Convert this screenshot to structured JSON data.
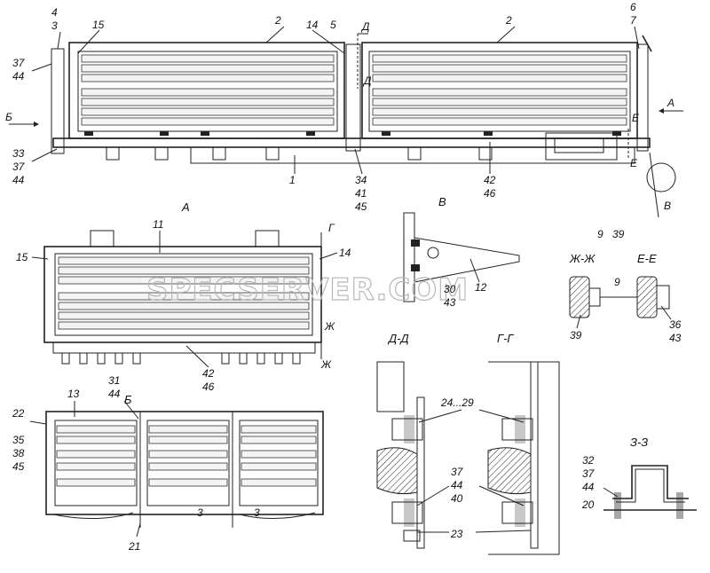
{
  "watermark": "SPECSERVER.COM",
  "views": {
    "A": "А",
    "B": "Б",
    "V": "В",
    "DD": "Д-Д",
    "GG": "Г-Г",
    "ZhZh": "Ж-Ж",
    "EE": "Е-Е",
    "ZZ": "З-З"
  },
  "section_marks": {
    "D": "Д",
    "G": "Г",
    "Zh": "Ж",
    "E": "Е",
    "A": "А",
    "B": "Б",
    "V": "В"
  },
  "callouts": {
    "c4": "4",
    "c3": "3",
    "c15": "15",
    "c2": "2",
    "c14": "14",
    "c5": "5",
    "c6": "6",
    "c7": "7",
    "c37": "37",
    "c44": "44",
    "c33": "33",
    "c1": "1",
    "c34": "34",
    "c41": "41",
    "c45": "45",
    "c42": "42",
    "c46": "46",
    "c11": "11",
    "c12": "12",
    "c30": "30",
    "c43": "43",
    "c9": "9",
    "c39": "39",
    "c36": "36",
    "c13": "13",
    "c31": "31",
    "c22": "22",
    "c35": "35",
    "c38": "38",
    "c21": "21",
    "c24_29": "24...29",
    "c40": "40",
    "c23": "23",
    "c32": "32",
    "c20": "20"
  }
}
